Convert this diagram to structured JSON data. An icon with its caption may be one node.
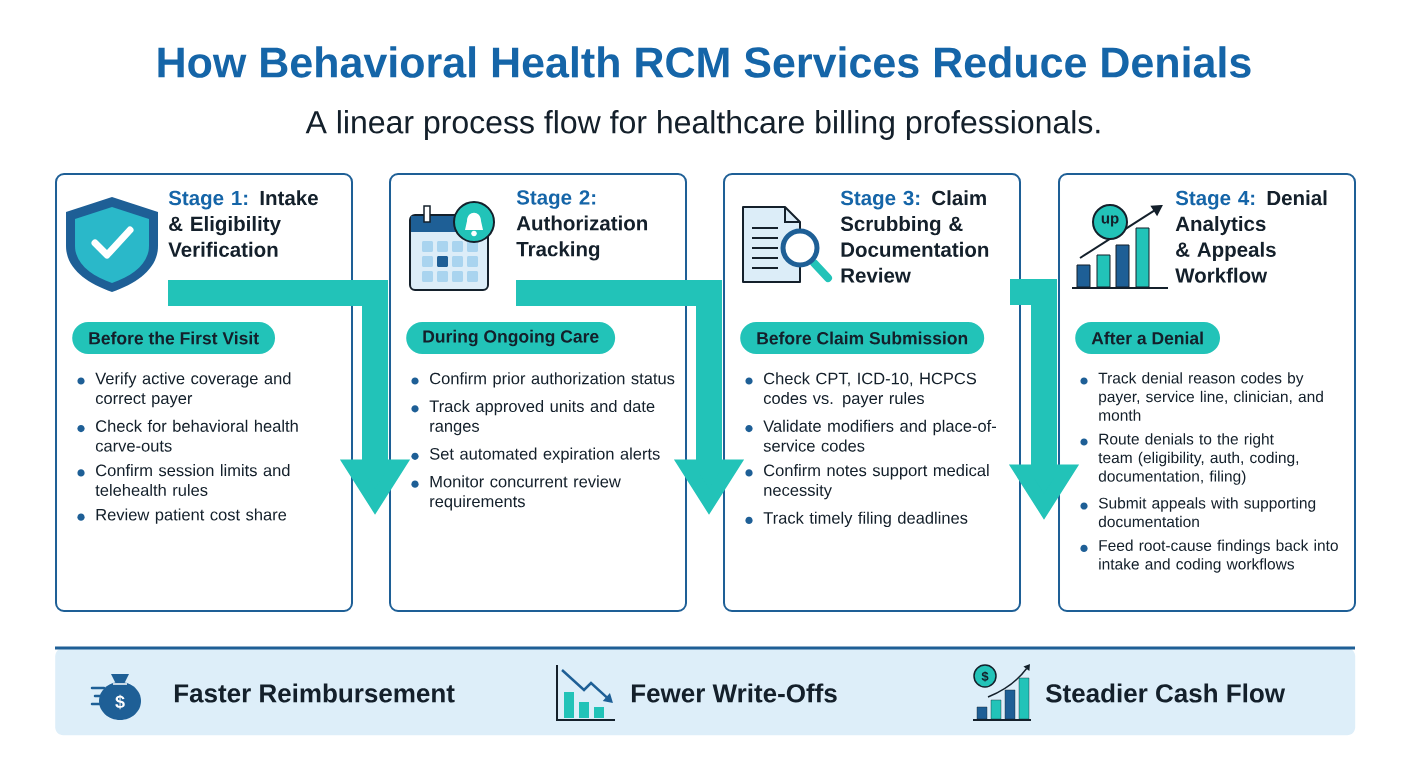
{
  "diagram": {
    "title": "How Behavioral Health RCM Services Reduce Denials",
    "nodes": [
      {
        "text": [
          "Stage 1:",
          "Intake & Eligibility Verification",
          "Verify active coverage and correct payer",
          "Check for behavioral health carve-outs",
          "Confirm session limits and telehealth rules",
          "Review patient cost share"
        ]
      },
      {
        "text": [
          "Before the First Visit"
        ],
        "in": 0
      },
      {
        "text": [
          "Stage 2:",
          "Authorization Tracking",
          "Confirm prior authorization status",
          "Track approved units and date ranges",
          "Set automated expiration alerts",
          "Monitor concurrent review requirements"
        ]
      },
      {
        "text": [
          "During Ongoing Care"
        ],
        "in": 2
      },
      {
        "text": [
          "Stage 3:",
          "Claim Scrubbing & Documentation Review",
          "Check CPT, ICD-10, HCPCS codes vs. payer rules",
          "Validate modifiers and place-of-service codes",
          "Confirm notes support medical necessity",
          "Track timely filing deadlines"
        ]
      },
      {
        "text": [
          "Before Claim Submission"
        ],
        "in": 4
      },
      {
        "text": [
          "Stage 4:",
          "Denial Analytics & Appeals Workflow",
          "Track denial reason codes by payer, service line, clinician, and month",
          "Route denials to the right team (eligibility, auth, coding, documentation, filing)",
          "Submit appeals with supporting documentation",
          "Feed root-cause findings back into intake and coding workflows"
        ]
      },
      {
        "text": [
          "After a Denial"
        ],
        "in": 6
      },
      {
        "text": [
          "Faster Reimbursement",
          "Fewer Write-Offs",
          "Steadier Cash Flow"
        ]
      }
    ],
    "edges": [
      {
        "from": 0,
        "to": 2,
        "arrow": "to"
      },
      {
        "from": 2,
        "to": 4,
        "arrow": "to"
      },
      {
        "from": 4,
        "to": 6,
        "arrow": "to"
      }
    ],
    "labels": [
      "A linear process flow for healthcare billing professionals.",
      "up",
      "$",
      "$"
    ]
  }
}
